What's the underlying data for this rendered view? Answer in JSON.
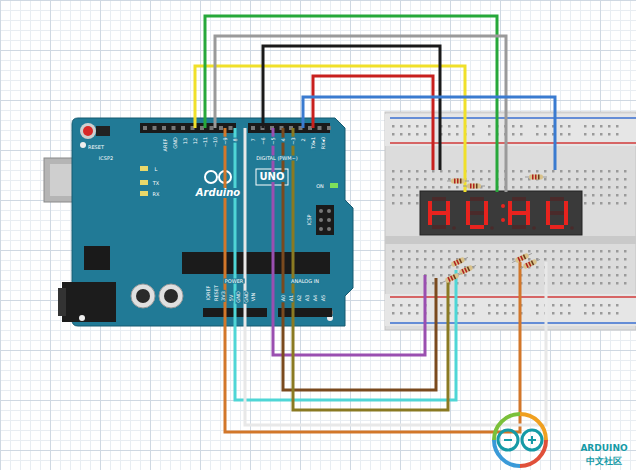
{
  "diagram": {
    "labels": [
      "RESET",
      "ICSP2",
      "AREF",
      "GND",
      "13",
      "12",
      "~11",
      "~10",
      "~9",
      "8",
      "7",
      "~6",
      "~5",
      "4",
      "~3",
      "2",
      "TX▸1",
      "RX◂0",
      "DIGITAL (PWM~)",
      "L",
      "TX",
      "RX",
      "Arduino",
      "UNO",
      "ON",
      "ICSP",
      "IOREF",
      "RESET",
      "3V3",
      "5V",
      "GND",
      "GND",
      "VIN",
      "POWER",
      "A0",
      "A1",
      "A2",
      "A3",
      "A4",
      "A5",
      "ANALOG IN",
      "ARDUINO",
      "中文社区"
    ]
  }
}
